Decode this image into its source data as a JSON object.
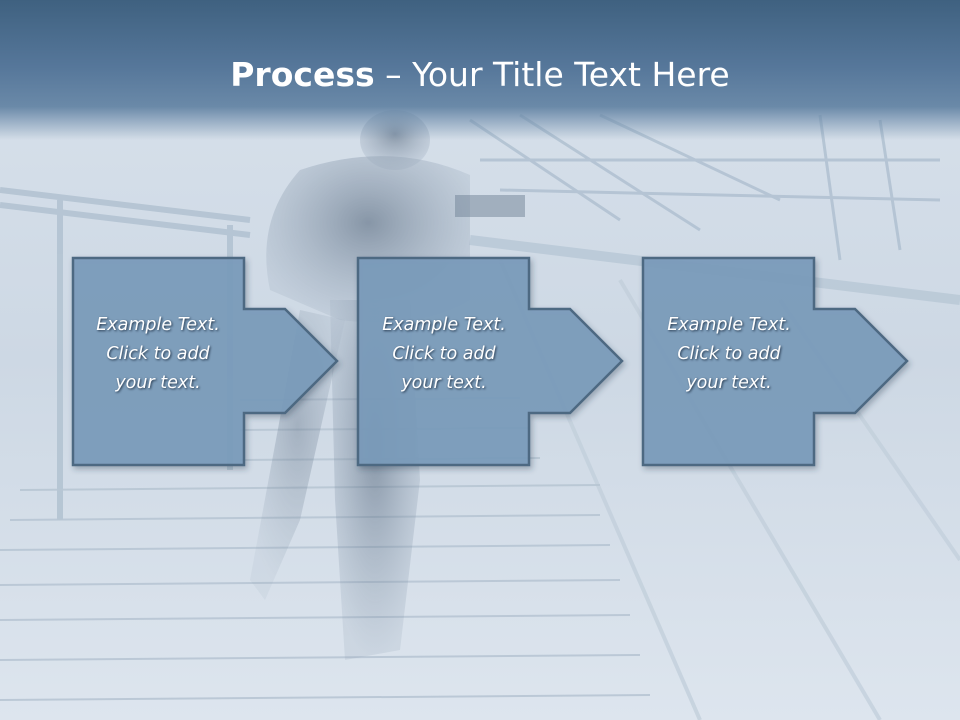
{
  "title": {
    "bold": "Process",
    "rest": " – Your Title Text Here"
  },
  "steps": [
    {
      "lines": [
        "Example Text.",
        "Click  to add",
        "your text."
      ]
    },
    {
      "lines": [
        "Example Text.",
        "Click  to add",
        "your text."
      ]
    },
    {
      "lines": [
        "Example Text.",
        "Click  to add",
        "your text."
      ]
    }
  ],
  "colors": {
    "header": "#4d6f90",
    "box_fill": "#7b9bbb",
    "box_border": "#4e6982",
    "text": "#ffffff"
  },
  "background": "photo of a person walking up a staircase in a bright glass building, washed out in pale blue"
}
